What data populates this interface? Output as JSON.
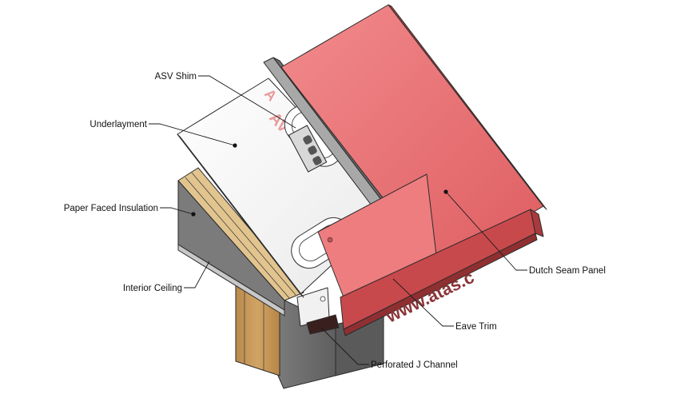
{
  "callouts": {
    "asv_shim": "ASV Shim",
    "underlayment": "Underlayment",
    "paper_faced_insulation": "Paper Faced Insulation",
    "interior_ceiling": "Interior Ceiling",
    "dutch_seam_panel": "Dutch Seam Panel",
    "eave_trim": "Eave Trim",
    "perforated_j_channel": "Perforated J Channel"
  },
  "watermark": {
    "trim_text": "www.atas.c"
  },
  "colors": {
    "panel_red": "#e8676a",
    "panel_red_dark": "#c94a4d",
    "wood": "#c99a5a",
    "insulation_face": "#7d7d7d",
    "underlayment": "#f4f4f4",
    "wall": "#6f6f6f"
  }
}
